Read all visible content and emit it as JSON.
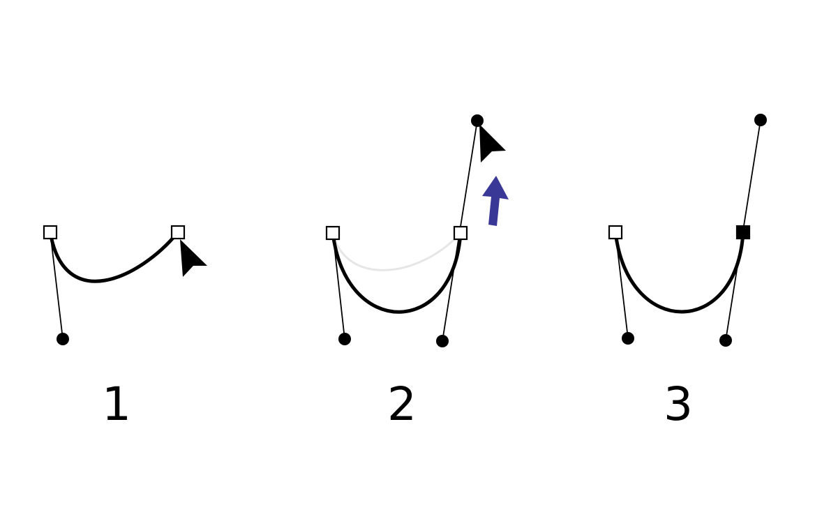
{
  "steps": [
    {
      "label": "1"
    },
    {
      "label": "2"
    },
    {
      "label": "3"
    }
  ],
  "colors": {
    "curve": "#000000",
    "ghost_curve": "#e6e6e6",
    "handle_line": "#000000",
    "anchor_fill": "#ffffff",
    "selected_anchor_fill": "#000000",
    "cursor": "#000000",
    "drag_arrow": "#3a3896"
  },
  "icons": {
    "cursor": "arrow-cursor-icon",
    "drag_direction": "up-arrow-icon"
  }
}
